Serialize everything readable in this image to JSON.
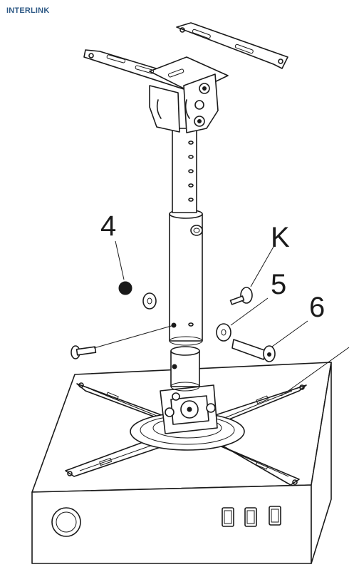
{
  "brand": "INTERLINK",
  "callouts": {
    "part_4": "4",
    "part_k": "K",
    "part_5": "5",
    "part_6": "6"
  },
  "colors": {
    "brand": "#2f5a86",
    "line": "#1a1a1a"
  }
}
